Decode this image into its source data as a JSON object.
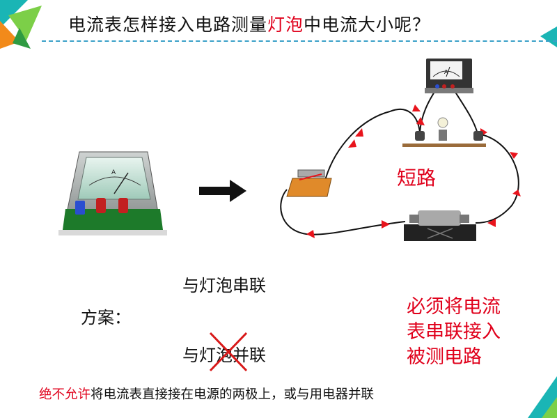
{
  "title": {
    "prefix": "电流表怎样接入电路测量",
    "highlight": "灯泡",
    "suffix": "中电流大小呢？"
  },
  "ammeter_dial_letter": "A",
  "circuit_label": "短路",
  "plan_label": "方案：",
  "options": {
    "series": "与灯泡串联",
    "parallel": "与灯泡并联"
  },
  "conclusion": {
    "line1": "必须将电流",
    "line2": "表串联接入",
    "line3": "被测电路"
  },
  "warning": {
    "prefix": "绝不允许",
    "rest": "将电流表直接接在电源的两极上，或与用电器并联"
  },
  "colors": {
    "accent_red": "#e0001b",
    "arrow_red": "#e8141c",
    "teal": "#1ab5b5",
    "green": "#2f9b42",
    "orange": "#f28a1a"
  }
}
